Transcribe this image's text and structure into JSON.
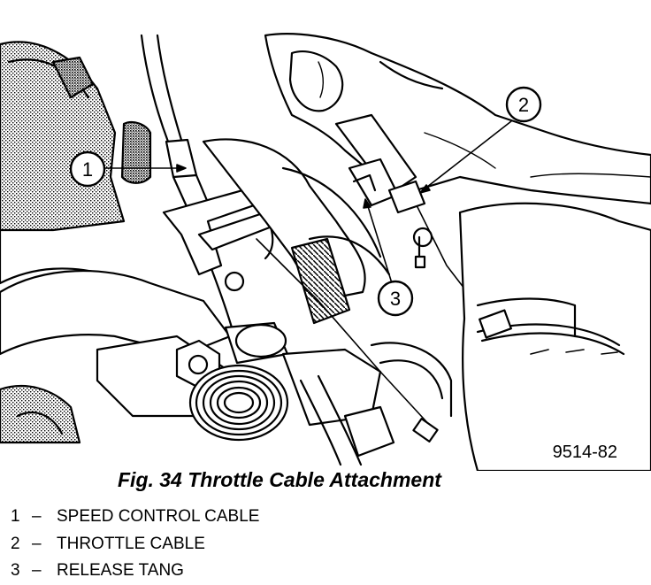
{
  "figure": {
    "caption": "Fig. 34 Throttle Cable Attachment",
    "reference_code": "9514-82"
  },
  "callouts": [
    {
      "number": "1",
      "label": "SPEED CONTROL CABLE"
    },
    {
      "number": "2",
      "label": "THROTTLE CABLE"
    },
    {
      "number": "3",
      "label": "RELEASE TANG"
    }
  ],
  "legend_separator": "–"
}
